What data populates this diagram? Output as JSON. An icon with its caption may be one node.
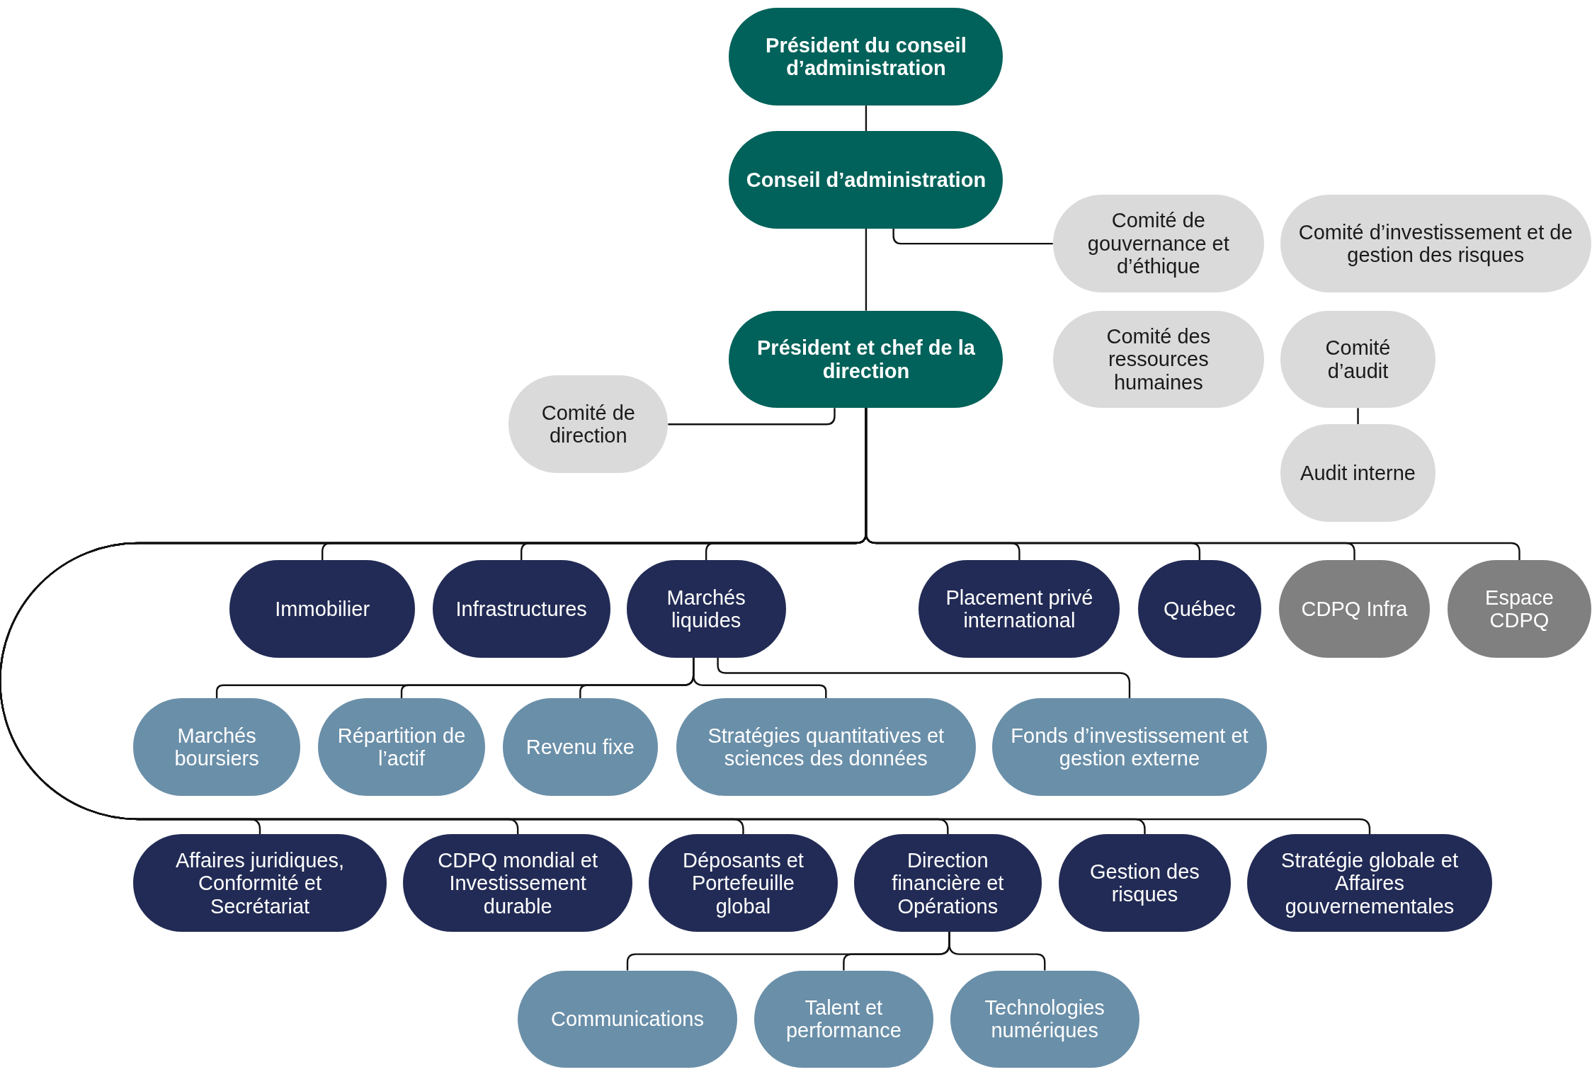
{
  "diagram": {
    "nodes": [
      {
        "text": [
          "Président du conseil d’administration"
        ]
      },
      {
        "text": [
          "Conseil d’administration"
        ]
      },
      {
        "text": [
          "Comité de gouvernance et d’éthique"
        ]
      },
      {
        "text": [
          "Comité d’investissement et de gestion des risques"
        ]
      },
      {
        "text": [
          "Comité des ressources humaines"
        ]
      },
      {
        "text": [
          "Comité d’audit"
        ]
      },
      {
        "text": [
          "Audit interne"
        ]
      },
      {
        "text": [
          "Président et chef de la direction"
        ]
      },
      {
        "text": [
          "Comité de direction"
        ]
      },
      {
        "text": [
          "Immobilier"
        ]
      },
      {
        "text": [
          "Infrastructures"
        ]
      },
      {
        "text": [
          "Marchés liquides"
        ]
      },
      {
        "text": [
          "Placement privé international"
        ]
      },
      {
        "text": [
          "Québec"
        ]
      },
      {
        "text": [
          "CDPQ Infra"
        ]
      },
      {
        "text": [
          "Espace CDPQ"
        ]
      },
      {
        "text": [
          "Marchés boursiers"
        ]
      },
      {
        "text": [
          "Répartition de l’actif"
        ]
      },
      {
        "text": [
          "Revenu fixe"
        ]
      },
      {
        "text": [
          "Stratégies quantitatives et sciences des données"
        ]
      },
      {
        "text": [
          "Fonds d’investissement et gestion externe"
        ]
      },
      {
        "text": [
          "Affaires juridiques, Conformité et Secrétariat"
        ]
      },
      {
        "text": [
          "CDPQ mondial et Investissement durable"
        ]
      },
      {
        "text": [
          "Déposants et Portefeuille global"
        ]
      },
      {
        "text": [
          "Direction financière et Opérations"
        ]
      },
      {
        "text": [
          "Gestion des risques"
        ]
      },
      {
        "text": [
          "Stratégie globale et Affaires gouvernementales"
        ]
      },
      {
        "text": [
          "Communications"
        ]
      },
      {
        "text": [
          "Talent et performance"
        ]
      },
      {
        "text": [
          "Technologies numériques"
        ]
      }
    ],
    "edges": [
      {
        "from": 0,
        "to": 1,
        "arrow": "none"
      },
      {
        "from": 1,
        "to": 7,
        "arrow": "none"
      },
      {
        "from": 1,
        "to": 2,
        "arrow": "none"
      },
      {
        "from": 7,
        "to": 8,
        "arrow": "none"
      },
      {
        "from": 7,
        "to": 9,
        "arrow": "none"
      },
      {
        "from": 7,
        "to": 10,
        "arrow": "none"
      },
      {
        "from": 7,
        "to": 11,
        "arrow": "none"
      },
      {
        "from": 7,
        "to": 12,
        "arrow": "none"
      },
      {
        "from": 7,
        "to": 13,
        "arrow": "none"
      },
      {
        "from": 7,
        "to": 14,
        "arrow": "none"
      },
      {
        "from": 7,
        "to": 15,
        "arrow": "none"
      },
      {
        "from": 7,
        "to": 21,
        "arrow": "none"
      },
      {
        "from": 7,
        "to": 22,
        "arrow": "none"
      },
      {
        "from": 7,
        "to": 23,
        "arrow": "none"
      },
      {
        "from": 7,
        "to": 24,
        "arrow": "none"
      },
      {
        "from": 7,
        "to": 25,
        "arrow": "none"
      },
      {
        "from": 7,
        "to": 26,
        "arrow": "none"
      },
      {
        "from": 11,
        "to": 16,
        "arrow": "none"
      },
      {
        "from": 11,
        "to": 17,
        "arrow": "none"
      },
      {
        "from": 11,
        "to": 18,
        "arrow": "none"
      },
      {
        "from": 11,
        "to": 19,
        "arrow": "none"
      },
      {
        "from": 11,
        "to": 20,
        "arrow": "none"
      },
      {
        "from": 24,
        "to": 27,
        "arrow": "none"
      },
      {
        "from": 24,
        "to": 28,
        "arrow": "none"
      },
      {
        "from": 24,
        "to": 29,
        "arrow": "none"
      },
      {
        "from": 5,
        "to": 6,
        "arrow": "none"
      }
    ]
  }
}
